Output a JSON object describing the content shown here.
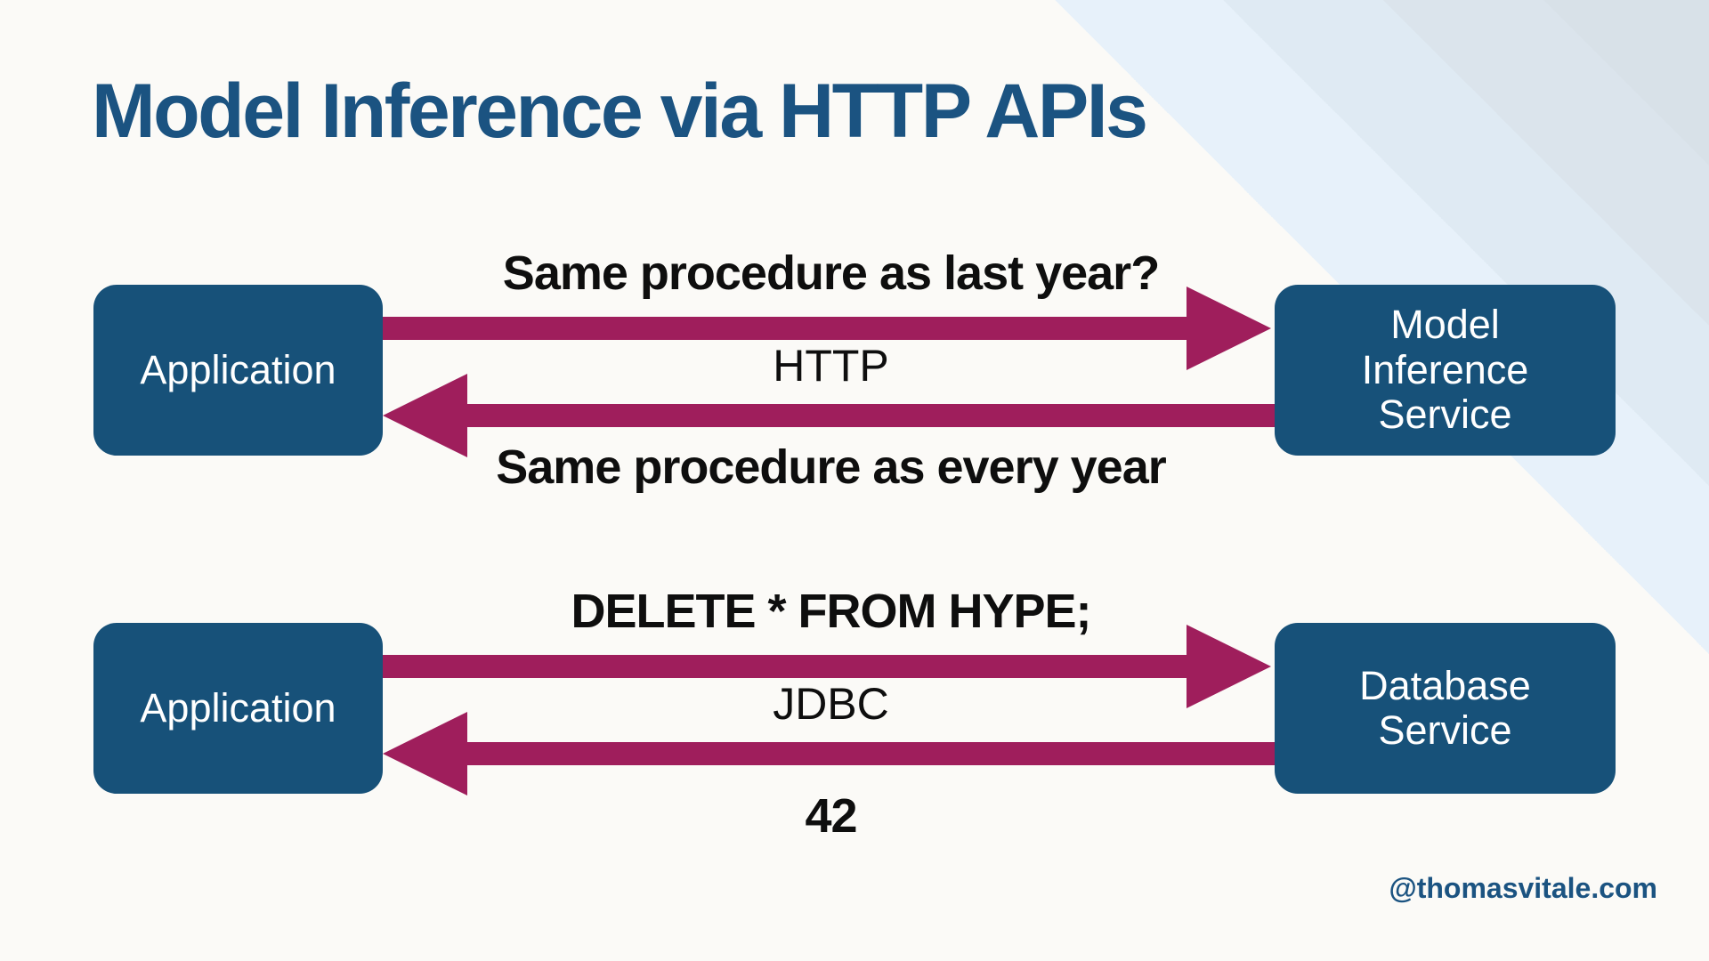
{
  "slide": {
    "title": "Model Inference via HTTP APIs",
    "footer": "@thomasvitale.com",
    "colors": {
      "box_blue": "#175179",
      "arrow_magenta": "#9f1e5c",
      "title_blue": "#1b5381",
      "label_black": "#0e0e0e",
      "bg_offwhite": "#fbfaf7",
      "stripe_1": "#e7f1fa",
      "stripe_2": "#dfeaf3",
      "stripe_3": "#dbe4ec",
      "stripe_4": "#d8e1e8"
    },
    "flows": [
      {
        "source": "Application",
        "target": "Model Inference Service",
        "request_label": "Same procedure as last year?",
        "protocol": "HTTP",
        "response_label": "Same procedure as every year"
      },
      {
        "source": "Application",
        "target": "Database Service",
        "request_label": "DELETE * FROM HYPE;",
        "protocol": "JDBC",
        "response_label": "42"
      }
    ]
  }
}
